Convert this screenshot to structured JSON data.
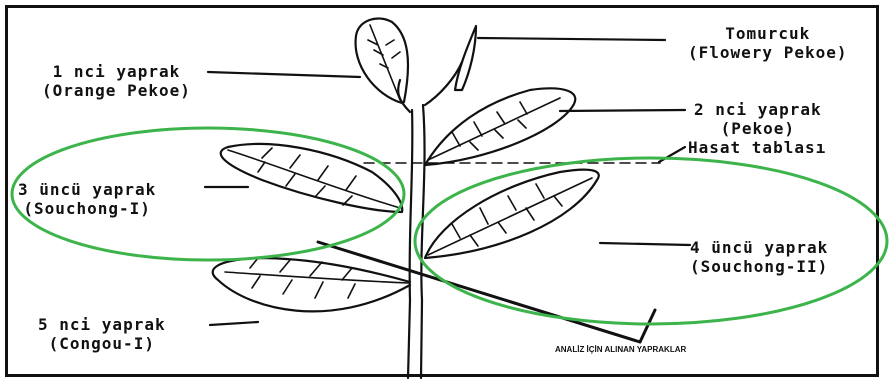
{
  "labels": {
    "bud": {
      "name": "Tomurcuk",
      "grade": "(Flowery Pekoe)"
    },
    "leaf1": {
      "name": "1 nci yaprak",
      "grade": "(Orange Pekoe)"
    },
    "leaf2": {
      "name": "2 nci yaprak",
      "grade": "(Pekoe)"
    },
    "harvest": {
      "name": "Hasat tablası"
    },
    "leaf3": {
      "name": "3 üncü yaprak",
      "grade": "(Souchong-I)"
    },
    "leaf4": {
      "name": "4 üncü yaprak",
      "grade": "(Souchong-II)"
    },
    "leaf5": {
      "name": "5 nci yaprak",
      "grade": "(Congou-I)"
    }
  },
  "caption": "ANALİZ İÇİN ALINAN YAPRAKLAR",
  "colors": {
    "highlight": "#3cb44b",
    "ink": "#111111"
  }
}
